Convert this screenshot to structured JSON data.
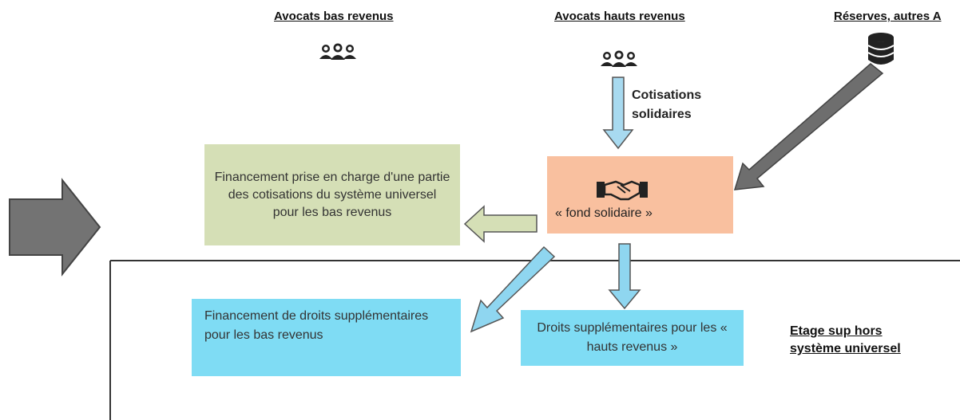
{
  "headers": {
    "low_income": "Avocats bas revenus",
    "high_income": "Avocats hauts revenus",
    "reserves": "Réserves, autres A"
  },
  "contributions_label_line1": "Cotisations",
  "contributions_label_line2": "solidaires",
  "fund": {
    "label": "« fond solidaire »",
    "icon": "handshake-icon",
    "color": "#f9c09f"
  },
  "green_box": {
    "text": "Financement prise  en charge d'une partie des cotisations du système universel pour les bas revenus",
    "color": "#d5dfb6"
  },
  "blue_left_box": {
    "text": "Financement de droits supplémentaires pour les bas revenus",
    "color": "#7fdcf4"
  },
  "blue_right_box": {
    "text": "Droits supplémentaires pour les « hauts revenus »",
    "color": "#7fdcf4"
  },
  "tier_label_line1": "Etage sup hors",
  "tier_label_line2": "système universel"
}
